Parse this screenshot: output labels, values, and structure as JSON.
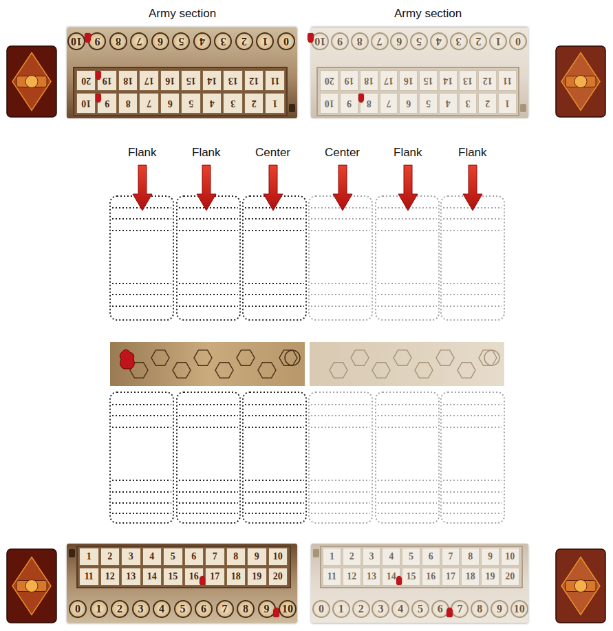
{
  "diagram": {
    "labels": [
      "Army section",
      "Army section",
      "Flank",
      "Flank",
      "Center",
      "Center",
      "Flank",
      "Flank",
      "1",
      "2",
      "3",
      "4",
      "5",
      "6",
      "7",
      "8",
      "9",
      "10",
      "11",
      "12",
      "13",
      "14",
      "15",
      "16",
      "17",
      "18",
      "19",
      "20",
      "0",
      "1",
      "2",
      "3",
      "4",
      "5",
      "6",
      "7",
      "8",
      "9",
      "10",
      "1",
      "2",
      "3",
      "4",
      "5",
      "6",
      "7",
      "8",
      "9",
      "10",
      "11",
      "12",
      "13",
      "14",
      "15",
      "16",
      "17",
      "18",
      "19",
      "20",
      "0",
      "1",
      "2",
      "3",
      "4",
      "5",
      "6",
      "7",
      "8",
      "9",
      "10",
      "1",
      "2",
      "3",
      "4",
      "5",
      "6",
      "7",
      "8",
      "9",
      "10",
      "11",
      "12",
      "13",
      "14",
      "15",
      "16",
      "17",
      "18",
      "19",
      "20",
      "0",
      "1",
      "2",
      "3",
      "4",
      "5",
      "6",
      "7",
      "8",
      "9",
      "10",
      "1",
      "2",
      "3",
      "4",
      "5",
      "6",
      "7",
      "8",
      "9",
      "10",
      "11",
      "12",
      "13",
      "14",
      "15",
      "16",
      "17",
      "18",
      "19",
      "20",
      "0",
      "1",
      "2",
      "3",
      "4",
      "5",
      "6",
      "7",
      "8",
      "9",
      "10"
    ]
  }
}
